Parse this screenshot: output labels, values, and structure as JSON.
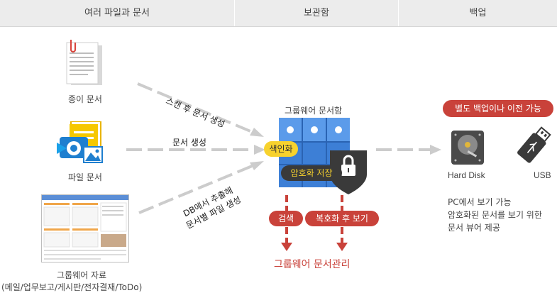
{
  "header": {
    "col1": "여러 파일과 문서",
    "col2": "보관함",
    "col3": "백업"
  },
  "sources": {
    "paper": "종이 문서",
    "file": "파일 문서",
    "groupware_line1": "그룹웨어 자료",
    "groupware_line2": "(메일/업무보고/게시판/전자결재/ToDo)"
  },
  "arrows": {
    "scan": "스캔 후 문서 생성",
    "create": "문서 생성",
    "db_line1": "DB에서 추출해",
    "db_line2": "문서별 파일 생성"
  },
  "storage": {
    "title": "그룹웨어 문서함",
    "index_badge": "색인화",
    "encrypt_badge": "암호화 저장",
    "search_badge": "검색",
    "decrypt_badge": "복호화 후 보기",
    "bottom_label": "그룹웨어 문서관리"
  },
  "backup": {
    "badge": "별도 백업이나 이전 가능",
    "hdd": "Hard Disk",
    "usb": "USB",
    "desc_line1": "PC에서 보기 가능",
    "desc_line2": "암호화된 문서를 보기 위한",
    "desc_line3": "문서 뷰어 제공"
  },
  "colors": {
    "header_bg": "#ececec",
    "accent_red": "#c9423a",
    "storage_blue": "#3d7fd6",
    "badge_yellow": "#f7d22e",
    "shield_dark": "#3a3a3a",
    "arrow_gray": "#cccccc"
  }
}
